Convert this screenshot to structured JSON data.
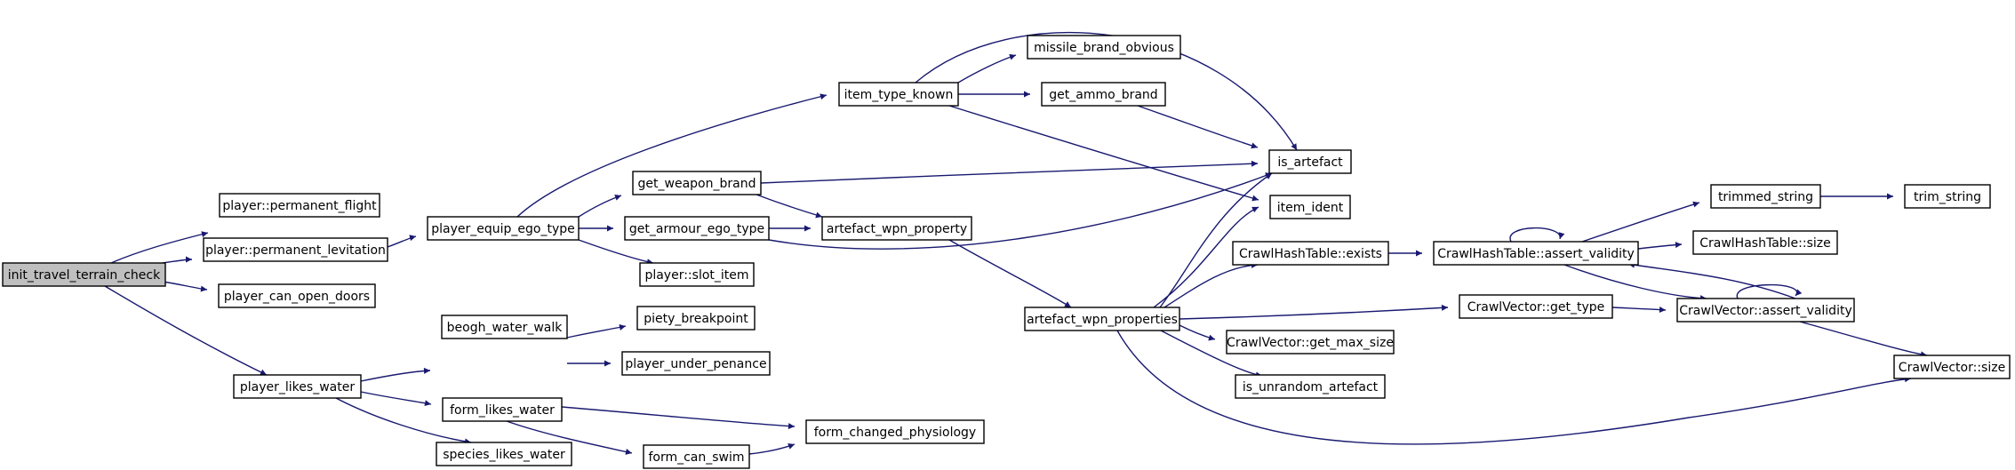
{
  "colors": {
    "edge": "#191970",
    "node_fill": "#ffffff",
    "highlight_fill": "#bfbfbf",
    "node_border": "#000000"
  },
  "nodes": {
    "init_travel_terrain_check": "init_travel_terrain_check",
    "player_permanent_flight": "player::permanent_flight",
    "player_permanent_levitation": "player::permanent_levitation",
    "player_can_open_doors": "player_can_open_doors",
    "player_likes_water": "player_likes_water",
    "player_equip_ego_type": "player_equip_ego_type",
    "beogh_water_walk": "beogh_water_walk",
    "form_likes_water": "form_likes_water",
    "species_likes_water": "species_likes_water",
    "item_type_known": "item_type_known",
    "get_weapon_brand": "get_weapon_brand",
    "get_armour_ego_type": "get_armour_ego_type",
    "player_slot_item": "player::slot_item",
    "piety_breakpoint": "piety_breakpoint",
    "player_under_penance": "player_under_penance",
    "form_can_swim": "form_can_swim",
    "form_changed_physiology": "form_changed_physiology",
    "missile_brand_obvious": "missile_brand_obvious",
    "get_ammo_brand": "get_ammo_brand",
    "artefact_wpn_property": "artefact_wpn_property",
    "artefact_wpn_properties": "artefact_wpn_properties",
    "is_artefact": "is_artefact",
    "item_ident": "item_ident",
    "CrawlHashTable_exists": "CrawlHashTable::exists",
    "CrawlVector_get_max_size": "CrawlVector::get_max_size",
    "is_unrandom_artefact": "is_unrandom_artefact",
    "CrawlHashTable_assert_validity": "CrawlHashTable::assert_validity",
    "CrawlVector_get_type": "CrawlVector::get_type",
    "trimmed_string": "trimmed_string",
    "CrawlHashTable_size": "CrawlHashTable::size",
    "CrawlVector_assert_validity": "CrawlVector::assert_validity",
    "CrawlVector_size": "CrawlVector::size",
    "trim_string": "trim_string"
  }
}
